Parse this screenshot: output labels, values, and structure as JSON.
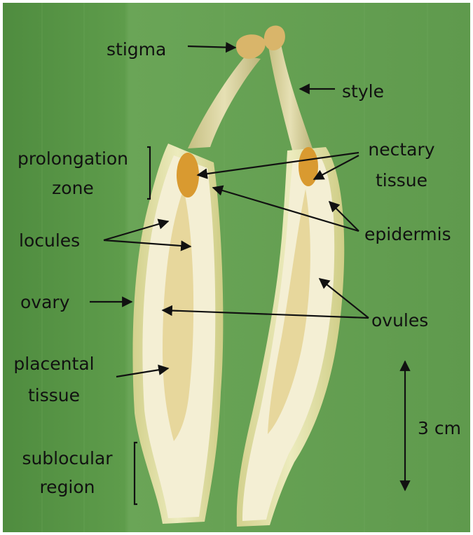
{
  "labels": {
    "stigma": "stigma",
    "style": "style",
    "prolongation_line1": "prolongation",
    "prolongation_line2": "zone",
    "nectary_line1": "nectary",
    "nectary_line2": "tissue",
    "locules": "locules",
    "epidermis": "epidermis",
    "ovary": "ovary",
    "ovules": "ovules",
    "placental_line1": "placental",
    "placental_line2": "tissue",
    "sublocular_line1": "sublocular",
    "sublocular_line2": "region",
    "scale": "3 cm"
  },
  "colors": {
    "background_leaf": "#5e9a4c",
    "fruit_skin": "#e3e2a6",
    "fruit_flesh": "#f4efd4",
    "nectary": "#d99a30",
    "annotation": "#111111"
  }
}
